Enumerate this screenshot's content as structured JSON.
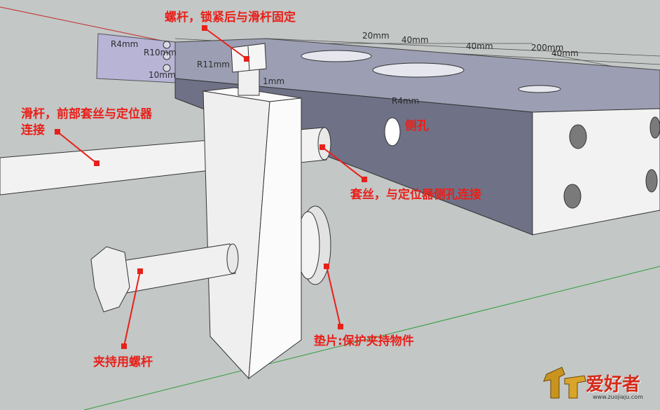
{
  "annotations": {
    "top_screw": "螺杆，锁紧后与滑杆固定",
    "slide_rod_line1": "滑杆，前部套丝与定位器",
    "slide_rod_line2": "连接",
    "side_hole": "侧孔",
    "thread": "套丝，与定位器侧孔连接",
    "clamp_screw": "夹持用螺杆",
    "washer": "垫片:保护夹持物件"
  },
  "dimensions": [
    "20mm",
    "40mm",
    "40mm",
    "200mm",
    "40mm",
    "R4mm",
    "R10mm",
    "R11mm",
    "10mm",
    "R4mm",
    "1mm"
  ],
  "watermark": {
    "brand": "爱好者",
    "url": "www.zuojiaju.com"
  },
  "colors": {
    "annotation": "#e8201a",
    "background": "#c3c7c6",
    "block_front": "#6f7186",
    "block_top": "#9c9fb3",
    "part_white": "#f2f2f2"
  }
}
